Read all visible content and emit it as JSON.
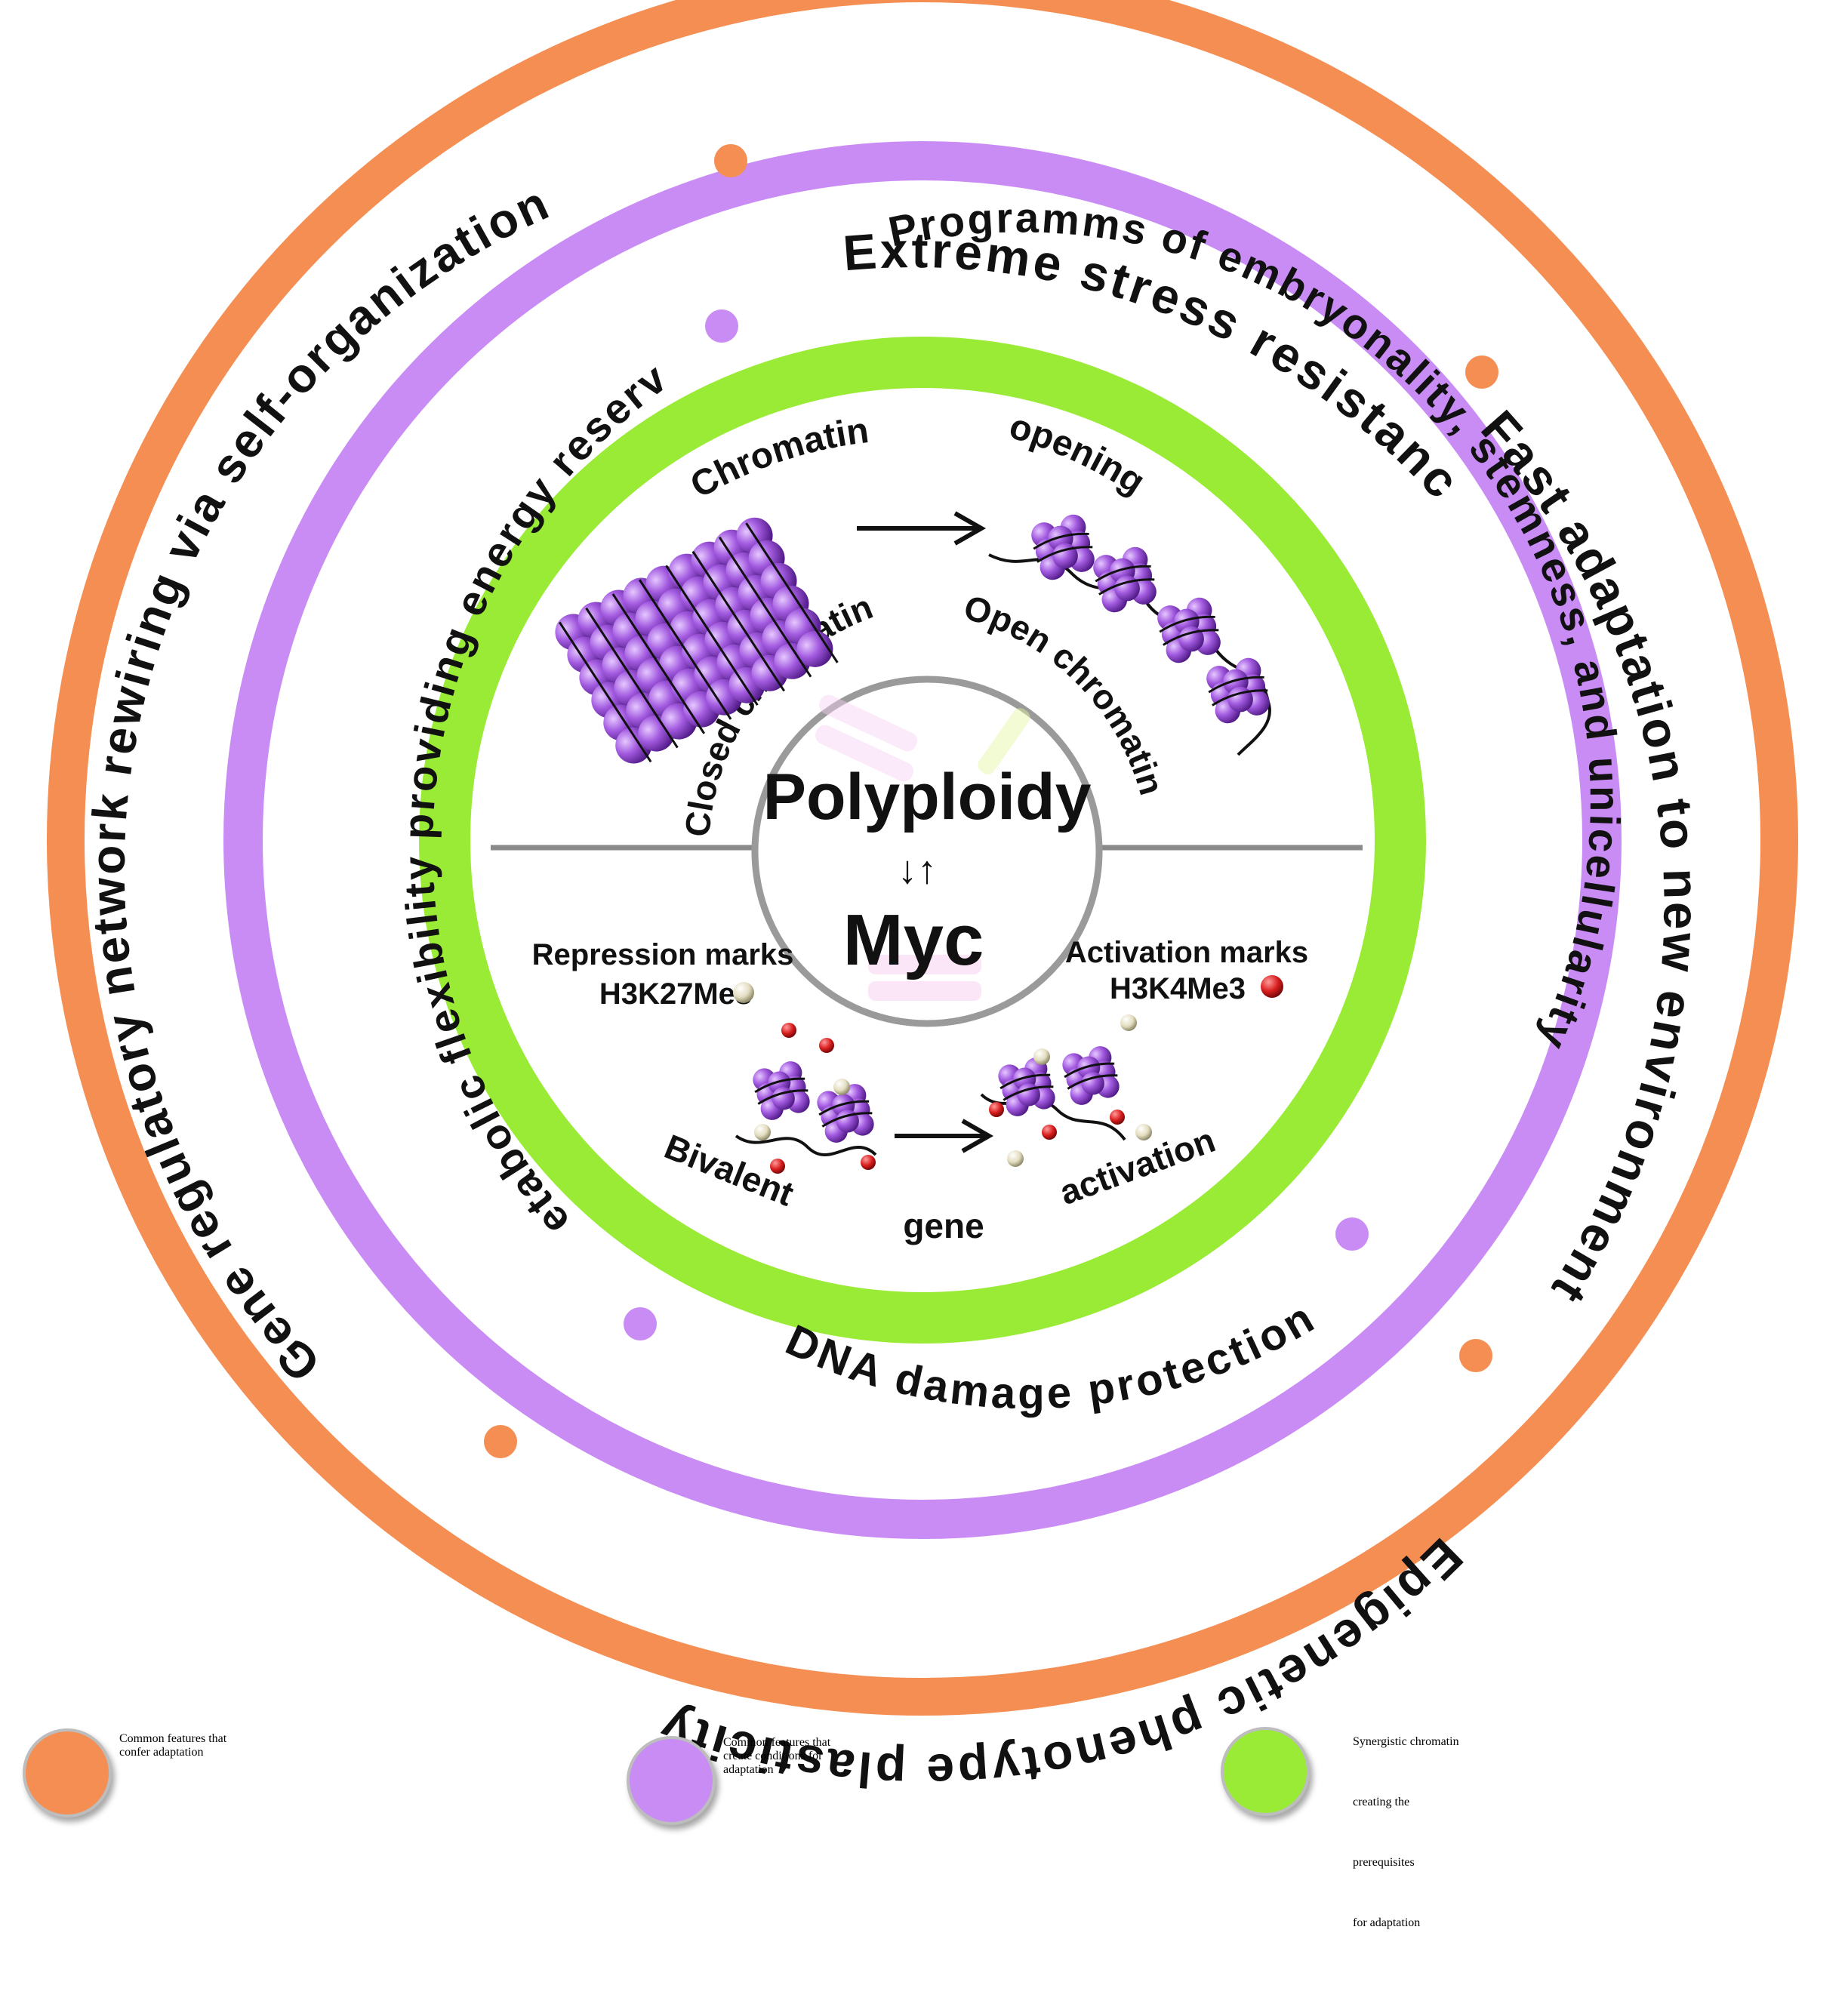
{
  "colors": {
    "outer_ring": "#F58E53",
    "middle_ring": "#C98CF5",
    "inner_ring": "#99EB35",
    "nucleosome": "#8A3FC9",
    "repression_mark": "#E8E3C8",
    "activation_mark": "#D81D1D"
  },
  "outer_ring": {
    "segments": [
      "Extreme stress resistance",
      "Fast adaptation to new environment",
      "Epigenetic phenotype plasticity",
      "Gene regulatory network rewiring via self-organization"
    ]
  },
  "middle_ring": {
    "segments": [
      "Programms of embryonality, stemness, and unicellularity",
      "DNA damage protection",
      "Metabolic flexibility providing energy reserve"
    ]
  },
  "inner": {
    "chromatin": "Chromatin",
    "opening": "opening",
    "closed_chromatin": "Closed chromatin",
    "open_chromatin": "Open chromatin",
    "polyploidy": "Polyploidy",
    "arrows": "↓↑",
    "myc": "Myc",
    "repression_marks": "Repression marks",
    "repression_code": "H3K27Me3",
    "activation_marks": "Activation marks",
    "activation_code": "H3K4Me3",
    "bivalent": "Bivalent",
    "gene": "gene",
    "activation": "activation"
  },
  "legend": [
    {
      "icon": "orange-circle-icon",
      "lines": [
        "Common features that",
        "confer adaptation"
      ]
    },
    {
      "icon": "violet-circle-icon",
      "lines": [
        "Common features that",
        "create conditions for",
        "adaptation"
      ]
    },
    {
      "icon": "green-circle-icon",
      "lines": [
        "Synergistic chromatin",
        "creating the",
        "prerequisites",
        "for adaptation"
      ]
    }
  ]
}
